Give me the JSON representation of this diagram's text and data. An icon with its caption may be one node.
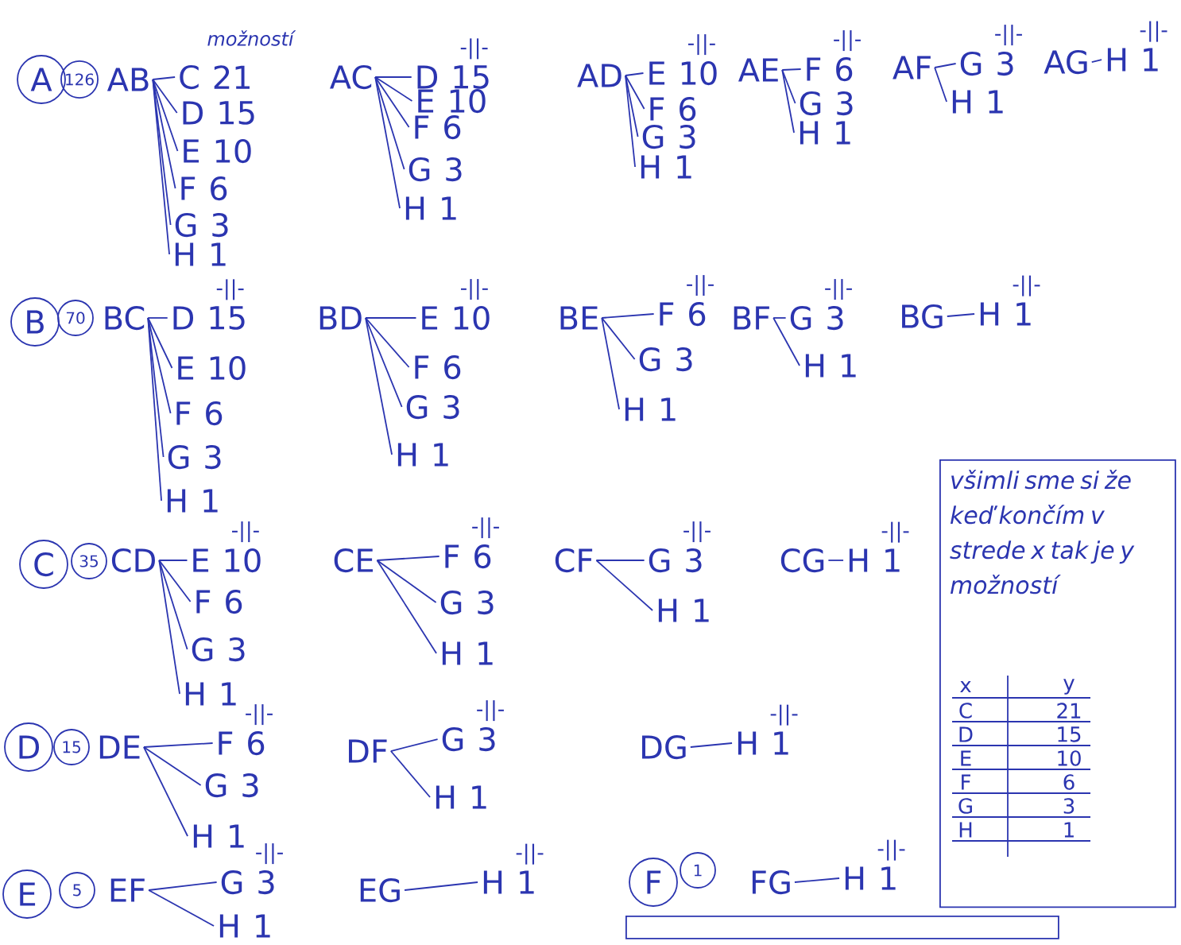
{
  "diagram": {
    "nodes": [
      {
        "text": [
          "A"
        ]
      },
      {
        "text": [
          "126"
        ]
      },
      {
        "text": [
          "AB"
        ]
      },
      {
        "text": [
          "C"
        ],
        "beside": [
          "21"
        ]
      },
      {
        "text": [
          "D"
        ],
        "beside": [
          "15"
        ]
      },
      {
        "text": [
          "E"
        ],
        "beside": [
          "10"
        ]
      },
      {
        "text": [
          "F"
        ],
        "beside": [
          "6"
        ]
      },
      {
        "text": [
          "G"
        ],
        "beside": [
          "3"
        ]
      },
      {
        "text": [
          "H"
        ],
        "beside": [
          "1"
        ]
      },
      {
        "text": [
          "AC"
        ]
      },
      {
        "text": [
          "D"
        ],
        "beside": [
          "15",
          "-||-"
        ]
      },
      {
        "text": [
          "E"
        ],
        "beside": [
          "10"
        ]
      },
      {
        "text": [
          "F"
        ],
        "beside": [
          "6"
        ]
      },
      {
        "text": [
          "G"
        ],
        "beside": [
          "3"
        ]
      },
      {
        "text": [
          "H"
        ],
        "beside": [
          "1"
        ]
      },
      {
        "text": [
          "AD"
        ]
      },
      {
        "text": [
          "E"
        ],
        "beside": [
          "10",
          "-||-"
        ]
      },
      {
        "text": [
          "F"
        ],
        "beside": [
          "6"
        ]
      },
      {
        "text": [
          "G"
        ],
        "beside": [
          "3"
        ]
      },
      {
        "text": [
          "H"
        ],
        "beside": [
          "1"
        ]
      },
      {
        "text": [
          "AE"
        ]
      },
      {
        "text": [
          "F"
        ],
        "beside": [
          "6",
          "-||-"
        ]
      },
      {
        "text": [
          "G"
        ],
        "beside": [
          "3"
        ]
      },
      {
        "text": [
          "H"
        ],
        "beside": [
          "1"
        ]
      },
      {
        "text": [
          "AF"
        ]
      },
      {
        "text": [
          "G"
        ],
        "beside": [
          "3",
          "-||-"
        ]
      },
      {
        "text": [
          "H"
        ],
        "beside": [
          "1"
        ]
      },
      {
        "text": [
          "AG"
        ]
      },
      {
        "text": [
          "H"
        ],
        "beside": [
          "1",
          "-||-"
        ]
      },
      {
        "text": [
          "B"
        ]
      },
      {
        "text": [
          "70"
        ]
      },
      {
        "text": [
          "BC"
        ]
      },
      {
        "text": [
          "D"
        ],
        "beside": [
          "15",
          "-||-"
        ]
      },
      {
        "text": [
          "E"
        ],
        "beside": [
          "10"
        ]
      },
      {
        "text": [
          "F"
        ],
        "beside": [
          "6"
        ]
      },
      {
        "text": [
          "G"
        ],
        "beside": [
          "3"
        ]
      },
      {
        "text": [
          "H"
        ],
        "beside": [
          "1"
        ]
      },
      {
        "text": [
          "BD"
        ]
      },
      {
        "text": [
          "E"
        ],
        "beside": [
          "10",
          "-||-"
        ]
      },
      {
        "text": [
          "F"
        ],
        "beside": [
          "6"
        ]
      },
      {
        "text": [
          "G"
        ],
        "beside": [
          "3"
        ]
      },
      {
        "text": [
          "H"
        ],
        "beside": [
          "1"
        ]
      },
      {
        "text": [
          "BE"
        ]
      },
      {
        "text": [
          "F"
        ],
        "beside": [
          "6",
          "-||-"
        ]
      },
      {
        "text": [
          "G"
        ],
        "beside": [
          "3"
        ]
      },
      {
        "text": [
          "H"
        ],
        "beside": [
          "1"
        ]
      },
      {
        "text": [
          "BF"
        ]
      },
      {
        "text": [
          "G"
        ],
        "beside": [
          "3",
          "-||-"
        ]
      },
      {
        "text": [
          "H"
        ],
        "beside": [
          "1"
        ]
      },
      {
        "text": [
          "BG"
        ]
      },
      {
        "text": [
          "H"
        ],
        "beside": [
          "1",
          "-||-"
        ]
      },
      {
        "text": [
          "C"
        ]
      },
      {
        "text": [
          "35"
        ]
      },
      {
        "text": [
          "CD"
        ]
      },
      {
        "text": [
          "E"
        ],
        "beside": [
          "10",
          "-||-"
        ]
      },
      {
        "text": [
          "F"
        ],
        "beside": [
          "6"
        ]
      },
      {
        "text": [
          "G"
        ],
        "beside": [
          "3"
        ]
      },
      {
        "text": [
          "H"
        ],
        "beside": [
          "1"
        ]
      },
      {
        "text": [
          "CE"
        ]
      },
      {
        "text": [
          "F"
        ],
        "beside": [
          "6",
          "-||-"
        ]
      },
      {
        "text": [
          "G"
        ],
        "beside": [
          "3"
        ]
      },
      {
        "text": [
          "H"
        ],
        "beside": [
          "1"
        ]
      },
      {
        "text": [
          "CF"
        ]
      },
      {
        "text": [
          "G"
        ],
        "beside": [
          "3",
          "-||-"
        ]
      },
      {
        "text": [
          "H"
        ],
        "beside": [
          "1"
        ]
      },
      {
        "text": [
          "CG"
        ]
      },
      {
        "text": [
          "H"
        ],
        "beside": [
          "1",
          "-||-"
        ]
      },
      {
        "text": [
          "D"
        ]
      },
      {
        "text": [
          "15"
        ]
      },
      {
        "text": [
          "DE"
        ]
      },
      {
        "text": [
          "F"
        ],
        "beside": [
          "6",
          "-||-"
        ]
      },
      {
        "text": [
          "G"
        ],
        "beside": [
          "3"
        ]
      },
      {
        "text": [
          "H"
        ],
        "beside": [
          "1"
        ]
      },
      {
        "text": [
          "DF"
        ]
      },
      {
        "text": [
          "G"
        ],
        "beside": [
          "3",
          "-||-"
        ]
      },
      {
        "text": [
          "H"
        ],
        "beside": [
          "1"
        ]
      },
      {
        "text": [
          "DG"
        ]
      },
      {
        "text": [
          "H"
        ],
        "beside": [
          "1",
          "-||-"
        ]
      },
      {
        "text": [
          "E"
        ]
      },
      {
        "text": [
          "5"
        ]
      },
      {
        "text": [
          "EF"
        ]
      },
      {
        "text": [
          "G"
        ],
        "beside": [
          "3",
          "-||-"
        ]
      },
      {
        "text": [
          "H"
        ],
        "beside": [
          "1"
        ]
      },
      {
        "text": [
          "EG"
        ]
      },
      {
        "text": [
          "H"
        ],
        "beside": [
          "1",
          "-||-"
        ]
      },
      {
        "text": [
          "F"
        ]
      },
      {
        "text": [
          "1"
        ]
      },
      {
        "text": [
          "FG"
        ]
      },
      {
        "text": [
          "H"
        ],
        "beside": [
          "1",
          "-||-"
        ]
      },
      {
        "text": [
          "všimli sme si že keď končím v strede x tak je y možností"
        ]
      },
      {
        "text": [],
        "shape": "box"
      }
    ],
    "edges": [
      {
        "from": 2,
        "to": 3,
        "arrow": "none"
      },
      {
        "from": 2,
        "to": 4,
        "arrow": "none"
      },
      {
        "from": 2,
        "to": 5,
        "arrow": "none"
      },
      {
        "from": 2,
        "to": 6,
        "arrow": "none"
      },
      {
        "from": 2,
        "to": 7,
        "arrow": "none"
      },
      {
        "from": 2,
        "to": 8,
        "arrow": "none"
      },
      {
        "from": 9,
        "to": 10,
        "arrow": "none"
      },
      {
        "from": 9,
        "to": 11,
        "arrow": "none"
      },
      {
        "from": 9,
        "to": 12,
        "arrow": "none"
      },
      {
        "from": 9,
        "to": 13,
        "arrow": "none"
      },
      {
        "from": 9,
        "to": 14,
        "arrow": "none"
      },
      {
        "from": 15,
        "to": 16,
        "arrow": "none"
      },
      {
        "from": 15,
        "to": 17,
        "arrow": "none"
      },
      {
        "from": 15,
        "to": 18,
        "arrow": "none"
      },
      {
        "from": 15,
        "to": 19,
        "arrow": "none"
      },
      {
        "from": 20,
        "to": 21,
        "arrow": "none"
      },
      {
        "from": 20,
        "to": 22,
        "arrow": "none"
      },
      {
        "from": 20,
        "to": 23,
        "arrow": "none"
      },
      {
        "from": 24,
        "to": 25,
        "arrow": "none"
      },
      {
        "from": 24,
        "to": 26,
        "arrow": "none"
      },
      {
        "from": 27,
        "to": 28,
        "arrow": "none"
      },
      {
        "from": 31,
        "to": 32,
        "arrow": "none"
      },
      {
        "from": 31,
        "to": 33,
        "arrow": "none"
      },
      {
        "from": 31,
        "to": 34,
        "arrow": "none"
      },
      {
        "from": 31,
        "to": 35,
        "arrow": "none"
      },
      {
        "from": 31,
        "to": 36,
        "arrow": "none"
      },
      {
        "from": 37,
        "to": 38,
        "arrow": "none"
      },
      {
        "from": 37,
        "to": 39,
        "arrow": "none"
      },
      {
        "from": 37,
        "to": 40,
        "arrow": "none"
      },
      {
        "from": 37,
        "to": 41,
        "arrow": "none"
      },
      {
        "from": 42,
        "to": 43,
        "arrow": "none"
      },
      {
        "from": 42,
        "to": 44,
        "arrow": "none"
      },
      {
        "from": 42,
        "to": 45,
        "arrow": "none"
      },
      {
        "from": 46,
        "to": 47,
        "arrow": "none"
      },
      {
        "from": 46,
        "to": 48,
        "arrow": "none"
      },
      {
        "from": 49,
        "to": 50,
        "arrow": "none"
      },
      {
        "from": 53,
        "to": 54,
        "arrow": "none"
      },
      {
        "from": 53,
        "to": 55,
        "arrow": "none"
      },
      {
        "from": 53,
        "to": 56,
        "arrow": "none"
      },
      {
        "from": 53,
        "to": 57,
        "arrow": "none"
      },
      {
        "from": 58,
        "to": 59,
        "arrow": "none"
      },
      {
        "from": 58,
        "to": 60,
        "arrow": "none"
      },
      {
        "from": 58,
        "to": 61,
        "arrow": "none"
      },
      {
        "from": 62,
        "to": 63,
        "arrow": "none"
      },
      {
        "from": 62,
        "to": 64,
        "arrow": "none"
      },
      {
        "from": 65,
        "to": 66,
        "arrow": "none"
      },
      {
        "from": 69,
        "to": 70,
        "arrow": "none"
      },
      {
        "from": 69,
        "to": 71,
        "arrow": "none"
      },
      {
        "from": 69,
        "to": 72,
        "arrow": "none"
      },
      {
        "from": 73,
        "to": 74,
        "arrow": "none"
      },
      {
        "from": 73,
        "to": 75,
        "arrow": "none"
      },
      {
        "from": 76,
        "to": 77,
        "arrow": "none"
      },
      {
        "from": 80,
        "to": 81,
        "arrow": "none"
      },
      {
        "from": 80,
        "to": 82,
        "arrow": "none"
      },
      {
        "from": 83,
        "to": 84,
        "arrow": "none"
      },
      {
        "from": 87,
        "to": 88,
        "arrow": "none"
      }
    ],
    "labels": [
      "možností",
      "x",
      "y",
      "C",
      "21",
      "D",
      "15",
      "E",
      "10",
      "F",
      "6",
      "G",
      "3",
      "H",
      "1"
    ]
  }
}
